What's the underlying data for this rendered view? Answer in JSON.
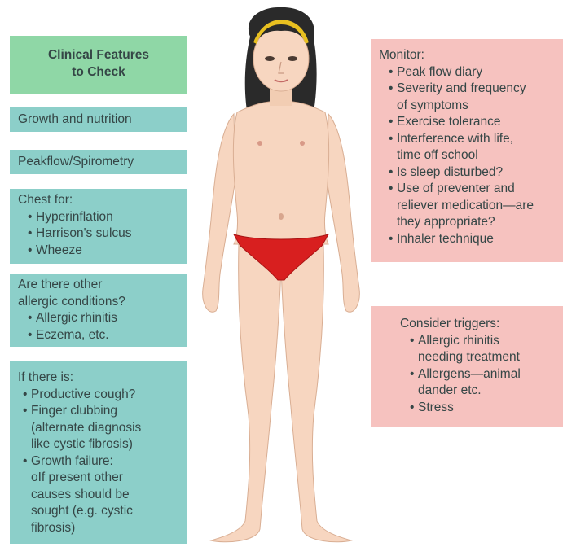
{
  "left_panel": {
    "title_line1": "Clinical Features",
    "title_line2": "to Check",
    "growth": "Growth and nutrition",
    "peakflow": "Peakflow/Spirometry",
    "chest": {
      "heading": "Chest for:",
      "items": [
        "Hyperinflation",
        "Harrison's sulcus",
        "Wheeze"
      ]
    },
    "allergic": {
      "heading_line1": "Are there other",
      "heading_line2": "allergic conditions?",
      "items": [
        "Allergic rhinitis",
        "Eczema, etc."
      ]
    },
    "if_there": {
      "heading": "If there is:",
      "item1": "Productive cough?",
      "item2_line1": "Finger clubbing",
      "item2_line2": "(alternate diagnosis",
      "item2_line3": "like cystic fibrosis)",
      "item3_line1": "Growth failure:",
      "sub_line1": "oIf present other",
      "sub_line2": "causes should be",
      "sub_line3": "sought (e.g. cystic",
      "sub_line4": "fibrosis)"
    }
  },
  "right_panel": {
    "monitor": {
      "heading": "Monitor:",
      "item1": "Peak flow diary",
      "item2_line1": "Severity and frequency",
      "item2_line2": "of symptoms",
      "item3": "Exercise tolerance",
      "item4_line1": "Interference with life,",
      "item4_line2": "time off school",
      "item5": "Is sleep disturbed?",
      "item6_line1": "Use of preventer and",
      "item6_line2": "reliever medication—are",
      "item6_line3": "they appropriate?",
      "item7": "Inhaler technique"
    },
    "triggers": {
      "heading": "Consider triggers:",
      "item1_line1": "Allergic rhinitis",
      "item1_line2": "needing treatment",
      "item2_line1": "Allergens—animal",
      "item2_line2": "dander etc.",
      "item3": "Stress"
    }
  },
  "colors": {
    "teal": "#8ccfc9",
    "green": "#8fd7a6",
    "pink": "#f6c2bf",
    "skin": "#f7d6c0",
    "hair": "#2a2a2a",
    "underwear": "#d81f1f",
    "headband": "#e8c020"
  }
}
